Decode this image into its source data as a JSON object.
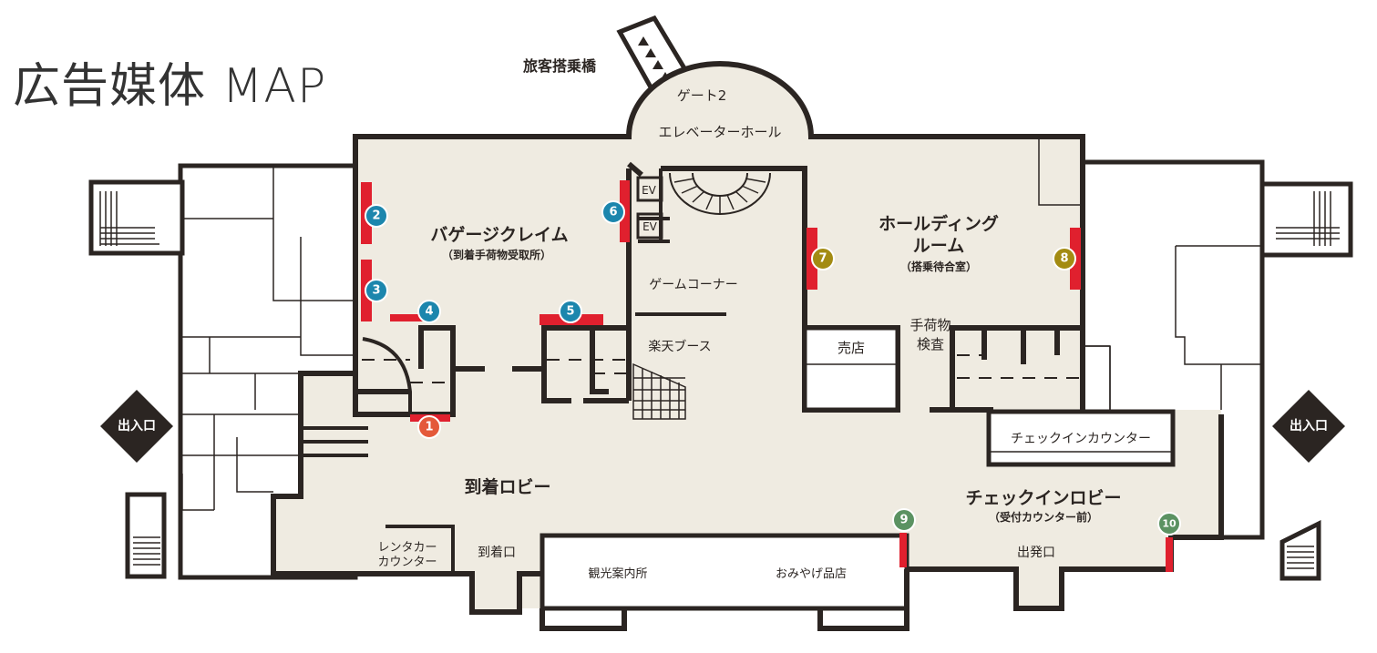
{
  "title": "広告媒体 MAP",
  "labels": {
    "boarding_bridge": "旅客搭乗橋",
    "gate2": "ゲート2",
    "elevator_hall": "エレベーターホール",
    "baggage_claim": "バゲージクレイム",
    "baggage_claim_sub": "（到着手荷物受取所）",
    "ev": "EV",
    "game_corner": "ゲームコーナー",
    "rakuten_booth": "楽天ブース",
    "holding_room_1": "ホールディング",
    "holding_room_2": "ルーム",
    "holding_room_sub": "（搭乗待合室）",
    "shop": "売店",
    "baggage_inspection_1": "手荷物",
    "baggage_inspection_2": "検査",
    "checkin_counter": "チェックインカウンター",
    "arrival_lobby": "到着ロビー",
    "checkin_lobby": "チェックインロビー",
    "checkin_lobby_sub": "（受付カウンター前）",
    "rental_car_1": "レンタカー",
    "rental_car_2": "カウンター",
    "arrival_exit": "到着口",
    "tourist_info": "観光案内所",
    "souvenir_shop": "おみやげ品店",
    "departure_gate": "出発口",
    "entrance_left": "出入口",
    "entrance_right": "出入口"
  },
  "colors": {
    "ad_space": "#e0202e",
    "marker_orange": "#e4593a",
    "marker_blue": "#1c86ad",
    "marker_olive": "#a38b12",
    "marker_green": "#5b9262"
  },
  "markers": [
    {
      "number": "1",
      "color": "#e4593a"
    },
    {
      "number": "2",
      "color": "#1c86ad"
    },
    {
      "number": "3",
      "color": "#1c86ad"
    },
    {
      "number": "4",
      "color": "#1c86ad"
    },
    {
      "number": "5",
      "color": "#1c86ad"
    },
    {
      "number": "6",
      "color": "#1c86ad"
    },
    {
      "number": "7",
      "color": "#a38b12"
    },
    {
      "number": "8",
      "color": "#a38b12"
    },
    {
      "number": "9",
      "color": "#5b9262"
    },
    {
      "number": "10",
      "color": "#5b9262"
    }
  ]
}
